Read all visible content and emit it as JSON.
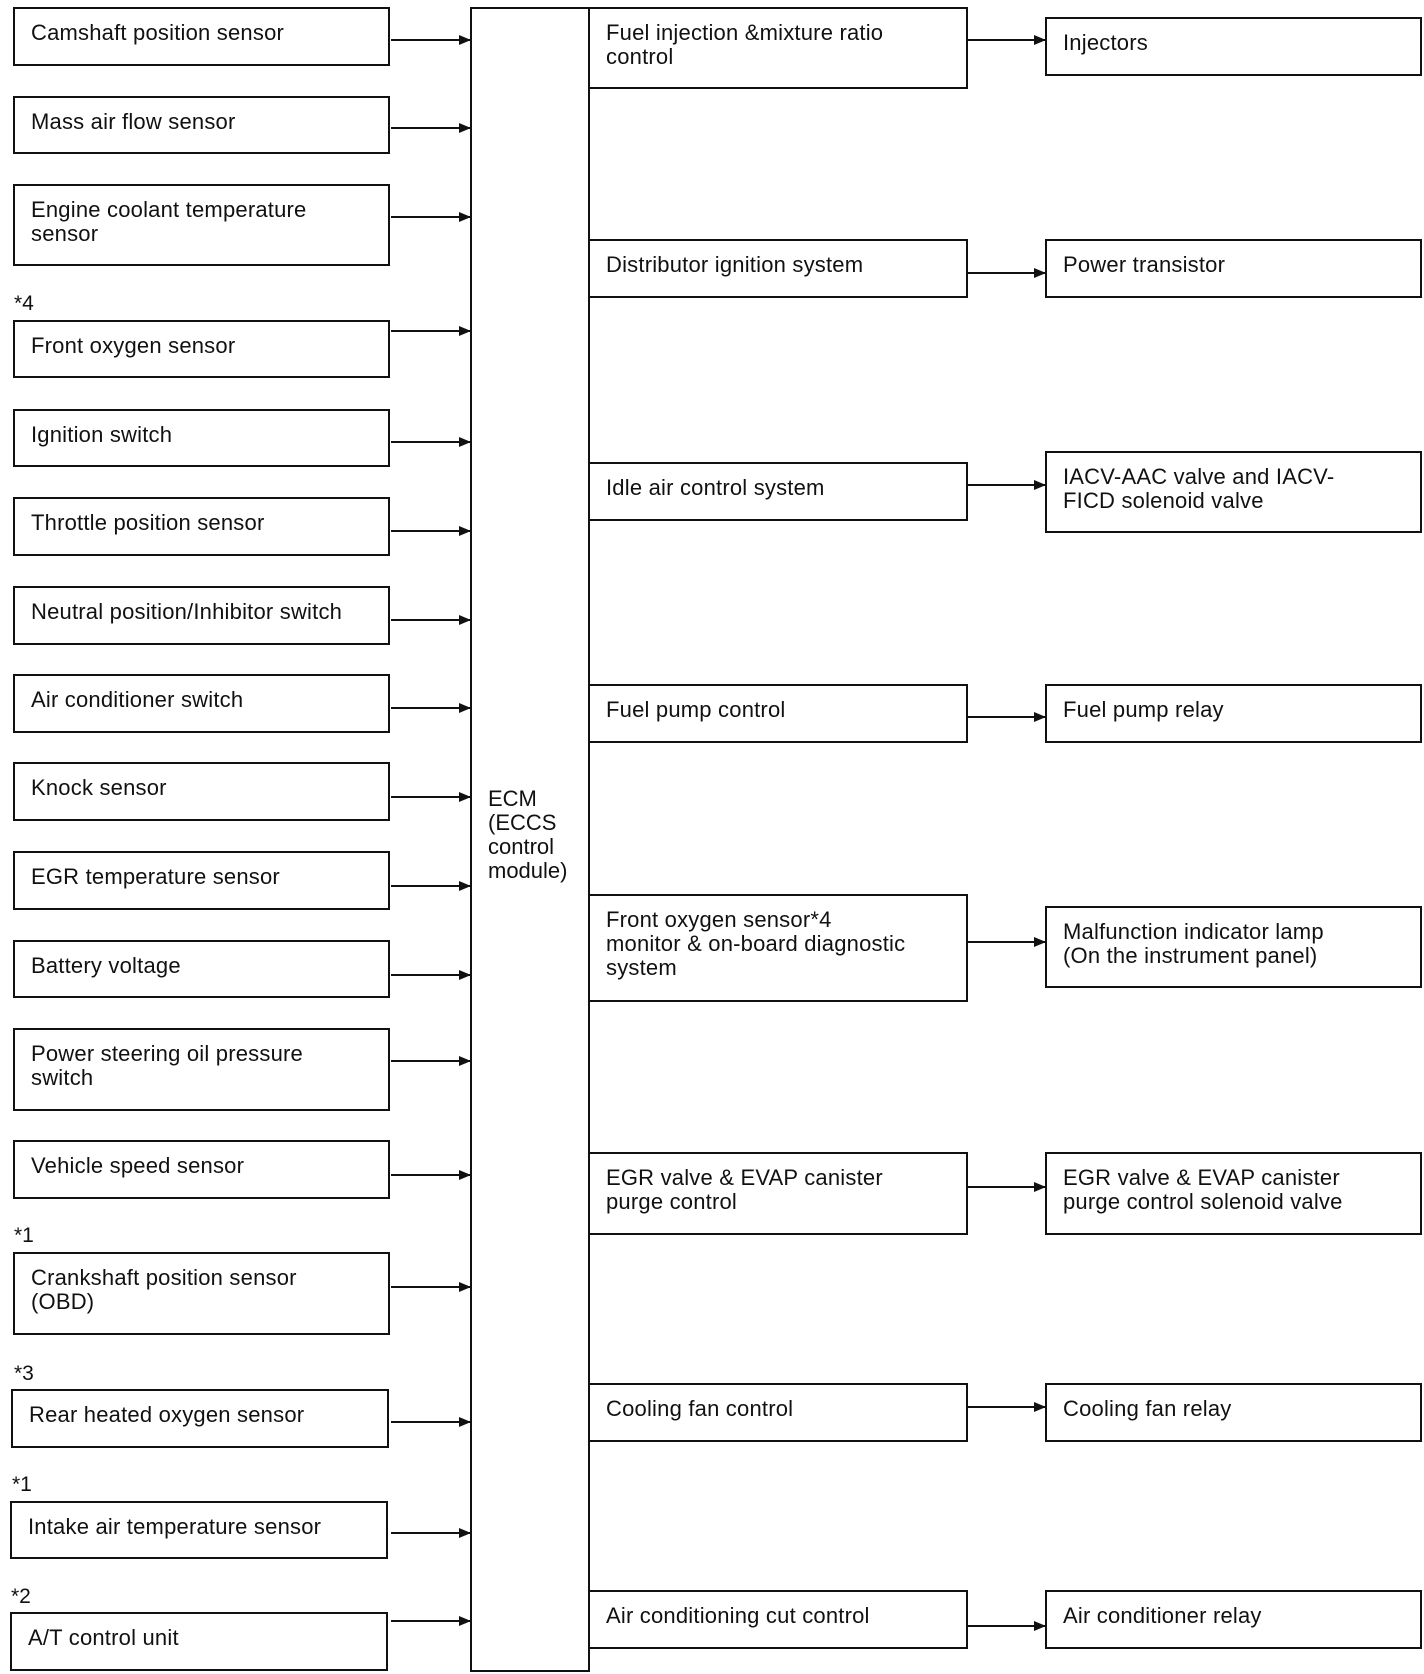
{
  "inputs": [
    {
      "label": "Camshaft position sensor",
      "note": ""
    },
    {
      "label": "Mass air flow sensor",
      "note": ""
    },
    {
      "label": "Engine coolant temperature\nsensor",
      "note": ""
    },
    {
      "label": "Front oxygen sensor",
      "note": "*4"
    },
    {
      "label": "Ignition switch",
      "note": ""
    },
    {
      "label": "Throttle position sensor",
      "note": ""
    },
    {
      "label": "Neutral position/Inhibitor switch",
      "note": ""
    },
    {
      "label": "Air conditioner switch",
      "note": ""
    },
    {
      "label": "Knock sensor",
      "note": ""
    },
    {
      "label": "EGR temperature sensor",
      "note": ""
    },
    {
      "label": "Battery voltage",
      "note": ""
    },
    {
      "label": "Power steering oil pressure\nswitch",
      "note": ""
    },
    {
      "label": "Vehicle speed sensor",
      "note": ""
    },
    {
      "label": "Crankshaft position sensor\n(OBD)",
      "note": "*1"
    },
    {
      "label": "Rear heated oxygen sensor",
      "note": "*3"
    },
    {
      "label": "Intake air temperature sensor",
      "note": "*1"
    },
    {
      "label": "A/T control unit",
      "note": "*2"
    }
  ],
  "ecm": {
    "label": "ECM\n(ECCS\ncontrol\nmodule)"
  },
  "functions": [
    {
      "label": "Fuel injection &mixture ratio\ncontrol",
      "output": "Injectors"
    },
    {
      "label": "Distributor ignition system",
      "output": "Power transistor"
    },
    {
      "label": "Idle air control system",
      "output": "IACV-AAC valve and IACV-\nFICD solenoid valve"
    },
    {
      "label": "Fuel pump control",
      "output": "Fuel pump relay"
    },
    {
      "label": "Front oxygen sensor*4\nmonitor & on-board diagnostic\nsystem",
      "output": "Malfunction indicator lamp\n(On the instrument panel)"
    },
    {
      "label": "EGR valve & EVAP canister\npurge control",
      "output": "EGR valve & EVAP canister\npurge control solenoid valve"
    },
    {
      "label": "Cooling fan control",
      "output": "Cooling fan relay"
    },
    {
      "label": "Air conditioning cut control",
      "output": "Air conditioner relay"
    }
  ]
}
